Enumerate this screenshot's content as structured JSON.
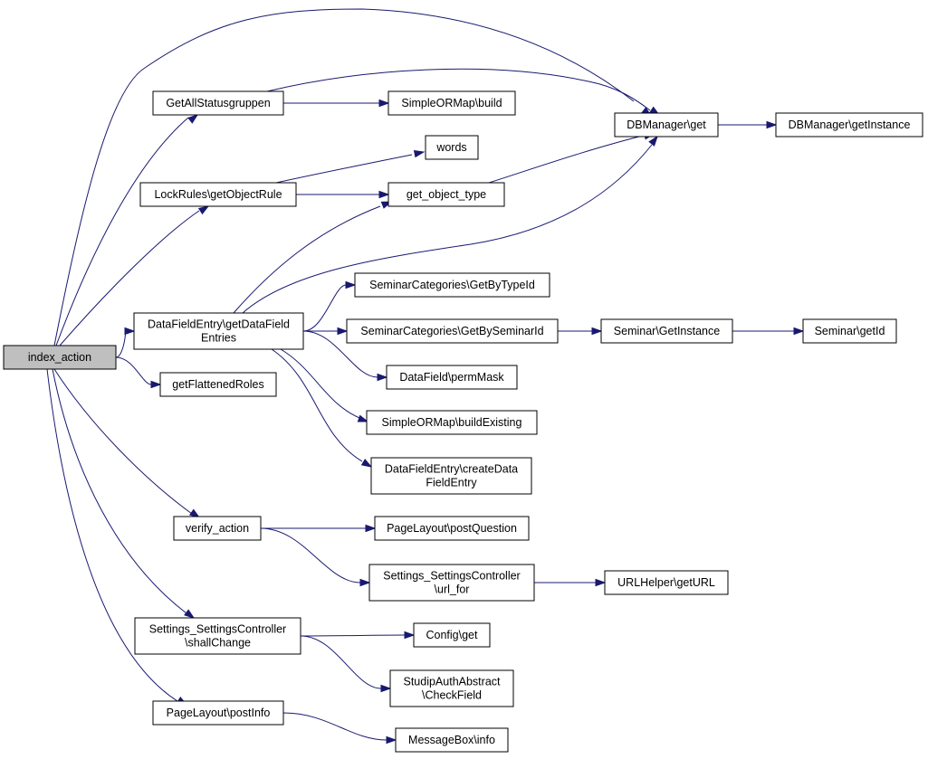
{
  "diagram": {
    "type": "call-graph",
    "edge_color": "#191970",
    "root_fill": "#bfbfbf",
    "nodes": [
      {
        "id": "index_action",
        "lines": [
          "index_action"
        ],
        "root": true
      },
      {
        "id": "GetAllStatusgruppen",
        "lines": [
          "GetAllStatusgruppen"
        ]
      },
      {
        "id": "SimpleORMap_build",
        "lines": [
          "SimpleORMap\\build"
        ]
      },
      {
        "id": "DBManager_get",
        "lines": [
          "DBManager\\get"
        ]
      },
      {
        "id": "DBManager_getInstance",
        "lines": [
          "DBManager\\getInstance"
        ]
      },
      {
        "id": "words",
        "lines": [
          "words"
        ]
      },
      {
        "id": "LockRules_getObjectRule",
        "lines": [
          "LockRules\\getObjectRule"
        ]
      },
      {
        "id": "get_object_type",
        "lines": [
          "get_object_type"
        ]
      },
      {
        "id": "SeminarCategories_GetByTypeId",
        "lines": [
          "SeminarCategories\\GetByTypeId"
        ]
      },
      {
        "id": "DataFieldEntry_getDataFieldEntries",
        "lines": [
          "DataFieldEntry\\getDataField",
          "Entries"
        ]
      },
      {
        "id": "SeminarCategories_GetBySeminarId",
        "lines": [
          "SeminarCategories\\GetBySeminarId"
        ]
      },
      {
        "id": "Seminar_GetInstance",
        "lines": [
          "Seminar\\GetInstance"
        ]
      },
      {
        "id": "Seminar_getId",
        "lines": [
          "Seminar\\getId"
        ]
      },
      {
        "id": "DataField_permMask",
        "lines": [
          "DataField\\permMask"
        ]
      },
      {
        "id": "getFlattenedRoles",
        "lines": [
          "getFlattenedRoles"
        ]
      },
      {
        "id": "SimpleORMap_buildExisting",
        "lines": [
          "SimpleORMap\\buildExisting"
        ]
      },
      {
        "id": "DataFieldEntry_createDataFieldEntry",
        "lines": [
          "DataFieldEntry\\createData",
          "FieldEntry"
        ]
      },
      {
        "id": "verify_action",
        "lines": [
          "verify_action"
        ]
      },
      {
        "id": "PageLayout_postQuestion",
        "lines": [
          "PageLayout\\postQuestion"
        ]
      },
      {
        "id": "Settings_SettingsController_url_for",
        "lines": [
          "Settings_SettingsController",
          "\\url_for"
        ]
      },
      {
        "id": "URLHelper_getURL",
        "lines": [
          "URLHelper\\getURL"
        ]
      },
      {
        "id": "Settings_SettingsController_shallChange",
        "lines": [
          "Settings_SettingsController",
          "\\shallChange"
        ]
      },
      {
        "id": "Config_get",
        "lines": [
          "Config\\get"
        ]
      },
      {
        "id": "StudipAuthAbstract_CheckField",
        "lines": [
          "StudipAuthAbstract",
          "\\CheckField"
        ]
      },
      {
        "id": "PageLayout_postInfo",
        "lines": [
          "PageLayout\\postInfo"
        ]
      },
      {
        "id": "MessageBox_info",
        "lines": [
          "MessageBox\\info"
        ]
      }
    ],
    "edges": [
      {
        "from": "index_action",
        "to": "DBManager_get"
      },
      {
        "from": "index_action",
        "to": "GetAllStatusgruppen"
      },
      {
        "from": "index_action",
        "to": "LockRules_getObjectRule"
      },
      {
        "from": "index_action",
        "to": "DataFieldEntry_getDataFieldEntries"
      },
      {
        "from": "index_action",
        "to": "getFlattenedRoles"
      },
      {
        "from": "index_action",
        "to": "verify_action"
      },
      {
        "from": "index_action",
        "to": "Settings_SettingsController_shallChange"
      },
      {
        "from": "index_action",
        "to": "PageLayout_postInfo"
      },
      {
        "from": "GetAllStatusgruppen",
        "to": "SimpleORMap_build"
      },
      {
        "from": "GetAllStatusgruppen",
        "to": "DBManager_get"
      },
      {
        "from": "DBManager_get",
        "to": "DBManager_getInstance"
      },
      {
        "from": "LockRules_getObjectRule",
        "to": "words"
      },
      {
        "from": "LockRules_getObjectRule",
        "to": "get_object_type"
      },
      {
        "from": "get_object_type",
        "to": "DBManager_get"
      },
      {
        "from": "DataFieldEntry_getDataFieldEntries",
        "to": "get_object_type"
      },
      {
        "from": "DataFieldEntry_getDataFieldEntries",
        "to": "DBManager_get"
      },
      {
        "from": "DataFieldEntry_getDataFieldEntries",
        "to": "SeminarCategories_GetByTypeId"
      },
      {
        "from": "DataFieldEntry_getDataFieldEntries",
        "to": "SeminarCategories_GetBySeminarId"
      },
      {
        "from": "DataFieldEntry_getDataFieldEntries",
        "to": "DataField_permMask"
      },
      {
        "from": "DataFieldEntry_getDataFieldEntries",
        "to": "SimpleORMap_buildExisting"
      },
      {
        "from": "DataFieldEntry_getDataFieldEntries",
        "to": "DataFieldEntry_createDataFieldEntry"
      },
      {
        "from": "SeminarCategories_GetBySeminarId",
        "to": "Seminar_GetInstance"
      },
      {
        "from": "Seminar_GetInstance",
        "to": "Seminar_getId"
      },
      {
        "from": "verify_action",
        "to": "PageLayout_postQuestion"
      },
      {
        "from": "verify_action",
        "to": "Settings_SettingsController_url_for"
      },
      {
        "from": "Settings_SettingsController_url_for",
        "to": "URLHelper_getURL"
      },
      {
        "from": "Settings_SettingsController_shallChange",
        "to": "Config_get"
      },
      {
        "from": "Settings_SettingsController_shallChange",
        "to": "StudipAuthAbstract_CheckField"
      },
      {
        "from": "PageLayout_postInfo",
        "to": "MessageBox_info"
      }
    ]
  }
}
